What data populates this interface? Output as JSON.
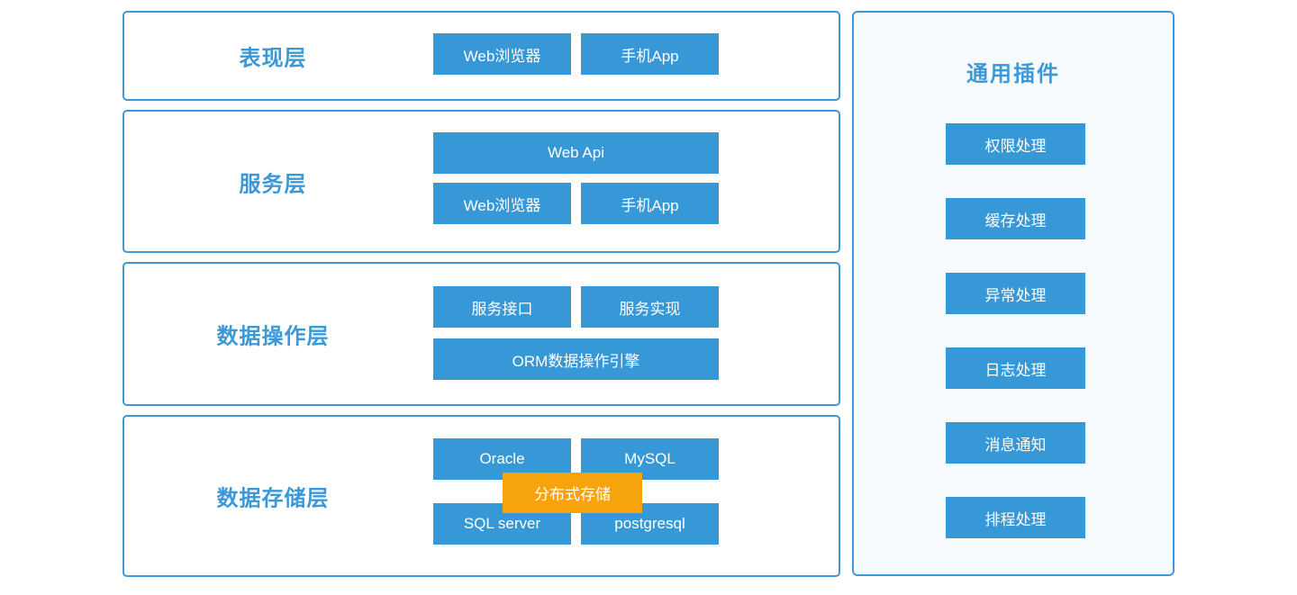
{
  "layers": [
    {
      "label": "表现层",
      "rows": [
        [
          "Web浏览器",
          "手机App"
        ]
      ]
    },
    {
      "label": "服务层",
      "rows": [
        [
          "Web Api"
        ],
        [
          "Web浏览器",
          "手机App"
        ]
      ]
    },
    {
      "label": "数据操作层",
      "rows": [
        [
          "服务接口",
          "服务实现"
        ],
        [
          "ORM数据操作引擎"
        ]
      ]
    },
    {
      "label": "数据存储层",
      "rows": [
        [
          "Oracle",
          "MySQL"
        ],
        [
          "SQL server",
          "postgresql"
        ]
      ],
      "overlay": "分布式存储"
    }
  ],
  "plugins": {
    "title": "通用插件",
    "items": [
      "权限处理",
      "缓存处理",
      "异常处理",
      "日志处理",
      "消息通知",
      "排程处理"
    ]
  },
  "colors": {
    "accent_blue": "#3798d8",
    "label_blue": "#3b99d8",
    "border_blue": "#4097d8",
    "overlay_orange": "#f7a30c",
    "panel_bg": "#f7fbfe",
    "btn_text": "#ffffff"
  }
}
